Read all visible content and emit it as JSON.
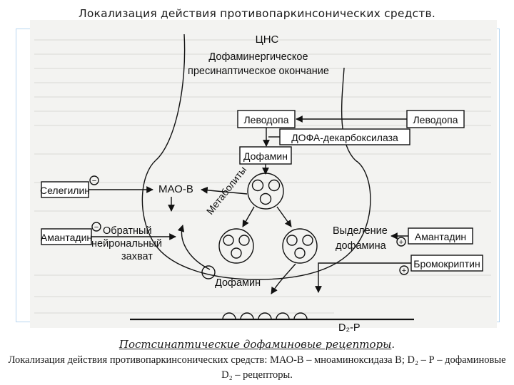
{
  "page_title": "Локализация действия противопаркинсонических средств.",
  "diagram": {
    "cns": "ЦНС",
    "terminal": [
      "Дофаминергическое",
      "пресинаптическое окончание"
    ],
    "levodopa_inner": "Леводопа",
    "levodopa_outer": "Леводопа",
    "dopa_decarboxylase": "ДОФА-декарбоксилаза",
    "dopamine_inner": "Дофамин",
    "selegiline": "Селегилин",
    "mao_b": "МАО-В",
    "metabolites": "Метаболиты",
    "amantadine_left": "Амантадин",
    "reuptake": [
      "Обратный",
      "нейрональный",
      "захват"
    ],
    "release": [
      "Выделение",
      "дофамина"
    ],
    "amantadine_right": "Амантадин",
    "bromocriptine": "Бромокриптин",
    "dopamine_cleft": "Дофамин",
    "d2r": "D₂-Р",
    "sign_minus": "−",
    "sign_plus": "+"
  },
  "caption_title": "Постсинаптические дофаминовые рецепторы",
  "caption_title_end": ".",
  "caption_text": "Локализация действия противопаркинсонических средств: МАО-В – мноаминоксидаза В; D₂ – Р – дофаминовые D₂ – рецепторы."
}
